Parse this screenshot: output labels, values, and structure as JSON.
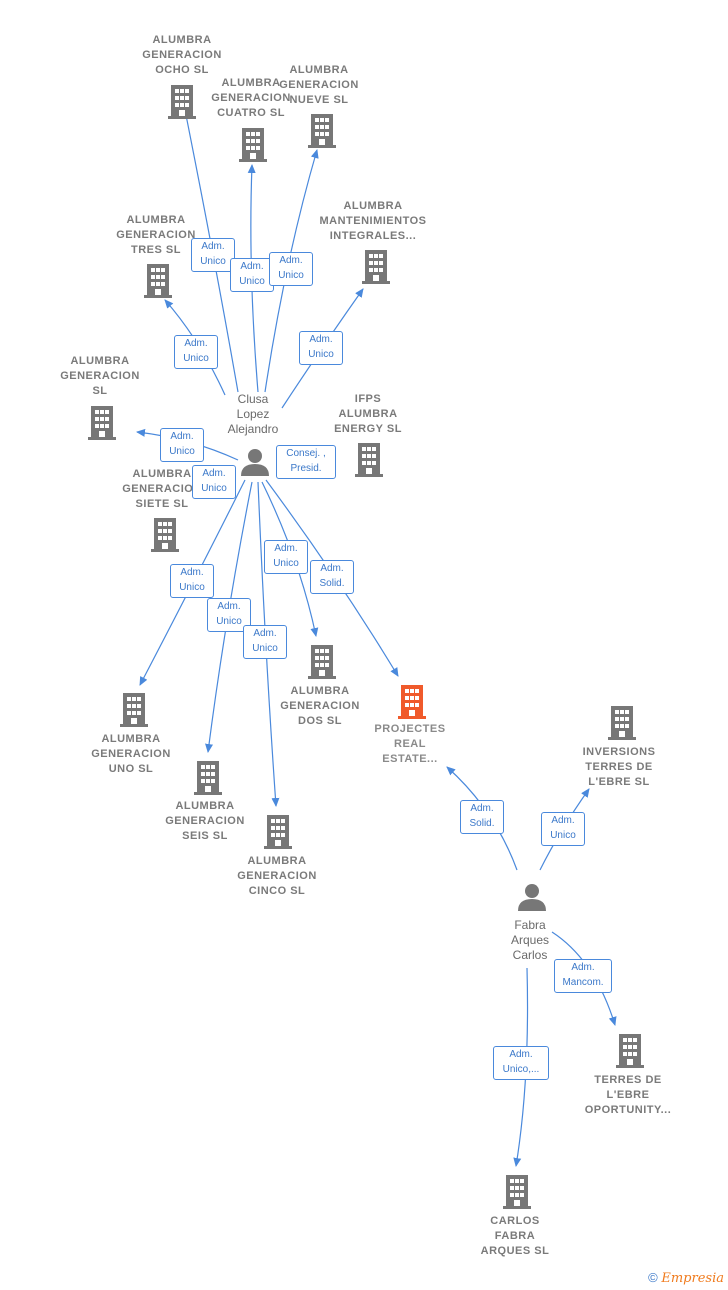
{
  "colors": {
    "edge": "#4a89dc",
    "building": "#777777",
    "building_highlight": "#f05a2b",
    "person": "#777777"
  },
  "persons": [
    {
      "id": "clusa",
      "label": "Clusa\nLopez\nAlejandro"
    },
    {
      "id": "fabra",
      "label": "Fabra\nArques\nCarlos"
    }
  ],
  "companies": [
    {
      "id": "ocho",
      "label": "ALUMBRA\nGENERACION\nOCHO  SL"
    },
    {
      "id": "cuatro",
      "label": "ALUMBRA\nGENERACION\nCUATRO  SL"
    },
    {
      "id": "nueve",
      "label": "ALUMBRA\nGENERACION\nNUEVE  SL"
    },
    {
      "id": "tres",
      "label": "ALUMBRA\nGENERACION\nTRES  SL"
    },
    {
      "id": "mant",
      "label": "ALUMBRA\nMANTENIMIENTOS\nINTEGRALES..."
    },
    {
      "id": "gensl",
      "label": "ALUMBRA\nGENERACION\nSL"
    },
    {
      "id": "ifps",
      "label": "IFPS\nALUMBRA\nENERGY  SL"
    },
    {
      "id": "siete",
      "label": "ALUMBRA\nGENERACION\nSIETE  SL"
    },
    {
      "id": "dos",
      "label": "ALUMBRA\nGENERACION\nDOS  SL"
    },
    {
      "id": "projectes",
      "label": "PROJECTES\nREAL\nESTATE...",
      "highlight": true
    },
    {
      "id": "uno",
      "label": "ALUMBRA\nGENERACION\nUNO  SL"
    },
    {
      "id": "seis",
      "label": "ALUMBRA\nGENERACION\nSEIS  SL"
    },
    {
      "id": "cinco",
      "label": "ALUMBRA\nGENERACION\nCINCO  SL"
    },
    {
      "id": "inversions",
      "label": "INVERSIONS\nTERRES DE\nL'EBRE  SL"
    },
    {
      "id": "terres",
      "label": "TERRES DE\nL'EBRE\nOPORTUNITY..."
    },
    {
      "id": "carlos",
      "label": "CARLOS\nFABRA\nARQUES  SL"
    }
  ],
  "edges": [
    {
      "id": "e-ocho",
      "label": "Adm.\nUnico"
    },
    {
      "id": "e-cuatro",
      "label": "Adm.\nUnico"
    },
    {
      "id": "e-nueve",
      "label": "Adm.\nUnico"
    },
    {
      "id": "e-tres",
      "label": "Adm.\nUnico"
    },
    {
      "id": "e-mant",
      "label": "Adm.\nUnico"
    },
    {
      "id": "e-gensl",
      "label": "Adm.\nUnico"
    },
    {
      "id": "e-ifps",
      "label": "Consej. ,\nPresid."
    },
    {
      "id": "e-siete",
      "label": "Adm.\nUnico"
    },
    {
      "id": "e-uno",
      "label": "Adm.\nUnico"
    },
    {
      "id": "e-seis",
      "label": "Adm.\nUnico"
    },
    {
      "id": "e-cinco",
      "label": "Adm.\nUnico"
    },
    {
      "id": "e-dos",
      "label": "Adm.\nUnico"
    },
    {
      "id": "e-projectes1",
      "label": "Adm.\nSolid."
    },
    {
      "id": "e-projectes2",
      "label": "Adm.\nSolid."
    },
    {
      "id": "e-inversions",
      "label": "Adm.\nUnico"
    },
    {
      "id": "e-terres",
      "label": "Adm.\nMancom."
    },
    {
      "id": "e-carlos",
      "label": "Adm.\nUnico,..."
    }
  ],
  "footer": {
    "copyright": "©",
    "brand": "Empresia"
  }
}
